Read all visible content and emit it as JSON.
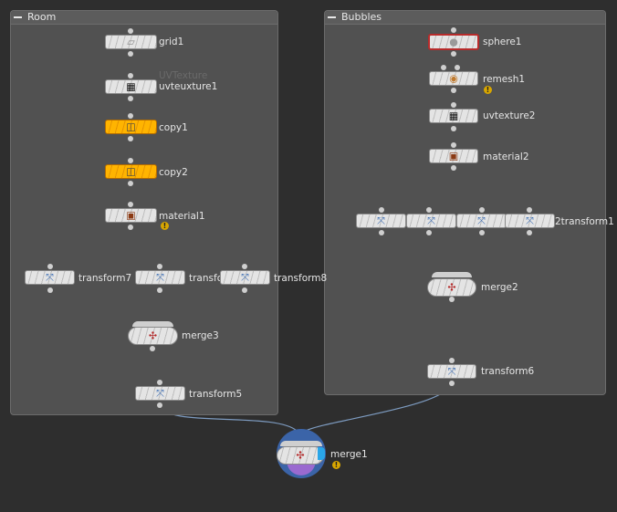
{
  "network": {
    "room": {
      "title": "Room",
      "nodes": {
        "grid1": "grid1",
        "uvtexture1": "uvteuxture1",
        "uvtexture1_ghost": "UVTexture",
        "copy1": "copy1",
        "copy2": "copy2",
        "material1": "material1",
        "transform7": "transform7",
        "transform_mid": "transfo",
        "transform8": "transform8",
        "merge3": "merge3",
        "transform5": "transform5"
      }
    },
    "bubbles": {
      "title": "Bubbles",
      "nodes": {
        "sphere1": "sphere1",
        "remesh1": "remesh1",
        "uvtexture2": "uvtexture2",
        "material2": "material2",
        "transform1": "2transform1",
        "merge2": "merge2",
        "transform6": "transform6"
      }
    },
    "output": {
      "merge1": "merge1"
    },
    "warning_glyph": "!"
  },
  "icons": {
    "grid": "grid-icon",
    "checker": "checker-icon",
    "copy": "copy-icon",
    "material": "material-icon",
    "transform": "transform-icon",
    "merge": "merge-icon",
    "sphere": "sphere-icon",
    "remesh": "remesh-icon",
    "warning": "warning-icon"
  },
  "colors": {
    "background": "#2e2e2e",
    "network_box": "#515151",
    "wire": "#7d9bc0",
    "copy_node": "#ffb400",
    "selected_border": "#b72b2b",
    "warning": "#d8a600",
    "output_flag": "#2aa6e8"
  }
}
